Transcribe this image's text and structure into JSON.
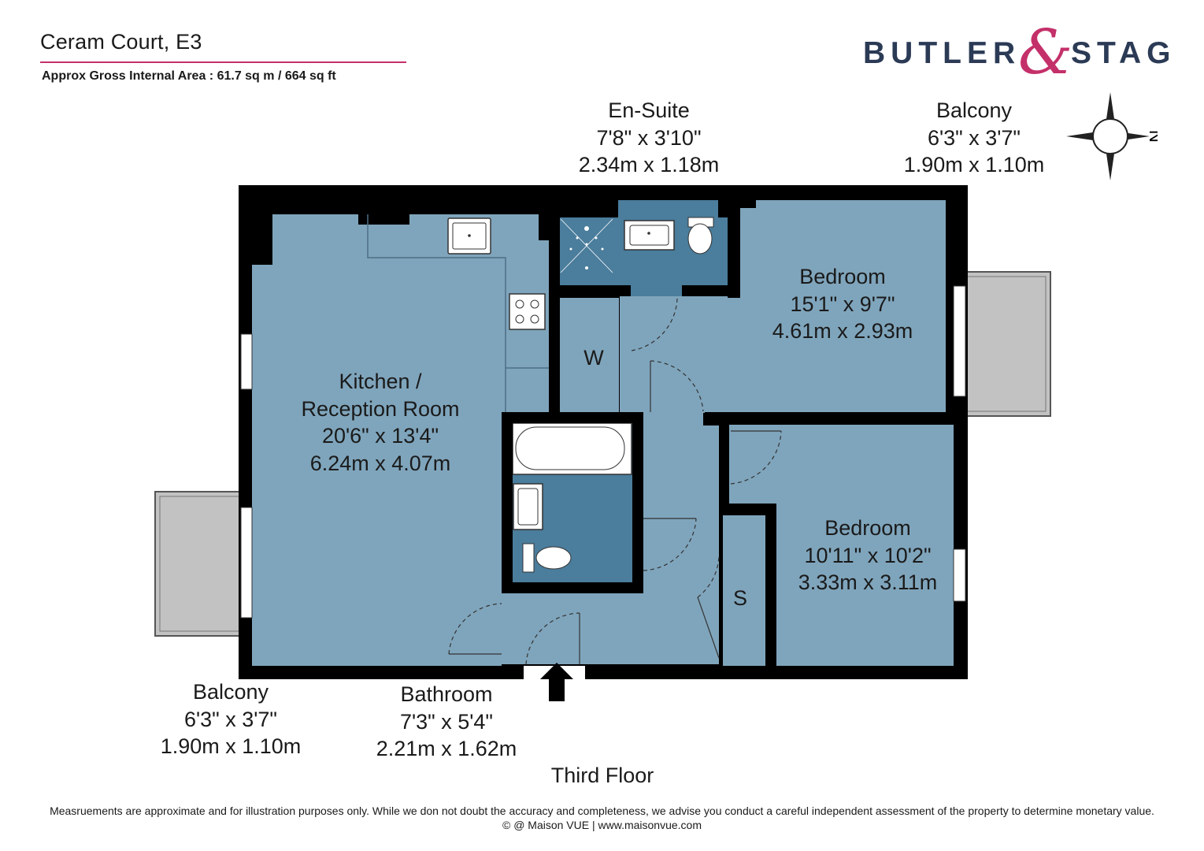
{
  "header": {
    "address": "Ceram Court, E3",
    "gross_internal_area": "Approx Gross Internal Area : 61.7 sq m / 664 sq ft"
  },
  "brand": {
    "left_word": "BUTLER",
    "ampersand": "&",
    "right_word": "STAG",
    "word_color": "#2b3a55",
    "ampersand_color": "#c4306a"
  },
  "compass": {
    "north_label": "N"
  },
  "colors": {
    "room_fill": "#7fa5bc",
    "wet_room_fill": "#4b7d9c",
    "wall": "#000000",
    "balcony_fill": "#c2c2c2",
    "accent_rule": "#c4306a"
  },
  "rooms": {
    "ensuite": {
      "name": "En-Suite",
      "imperial": "7'8\" x 3'10\"",
      "metric": "2.34m x 1.18m"
    },
    "balcony_right": {
      "name": "Balcony",
      "imperial": "6'3\" x 3'7\"",
      "metric": "1.90m x 1.10m"
    },
    "bedroom_1": {
      "name": "Bedroom",
      "imperial": "15'1\" x 9'7\"",
      "metric": "4.61m x 2.93m"
    },
    "kitchen": {
      "name_line1": "Kitchen /",
      "name_line2": "Reception Room",
      "imperial": "20'6\" x 13'4\"",
      "metric": "6.24m x 4.07m"
    },
    "bedroom_2": {
      "name": "Bedroom",
      "imperial": "10'11\" x 10'2\"",
      "metric": "3.33m x 3.11m"
    },
    "balcony_left": {
      "name": "Balcony",
      "imperial": "6'3\" x 3'7\"",
      "metric": "1.90m x 1.10m"
    },
    "bathroom": {
      "name": "Bathroom",
      "imperial": "7'3\" x 5'4\"",
      "metric": "2.21m x 1.62m"
    },
    "wardrobe": {
      "tag": "W"
    },
    "storage": {
      "tag": "S"
    }
  },
  "floor_name": "Third Floor",
  "footer": {
    "disclaimer": "Measruements are approximate and for illustration purposes only. While we don not doubt the accuracy and completeness, we advise you conduct a careful independent assessment of the property to determine monetary value.",
    "credit": "© @ Maison VUE | www.maisonvue.com"
  }
}
